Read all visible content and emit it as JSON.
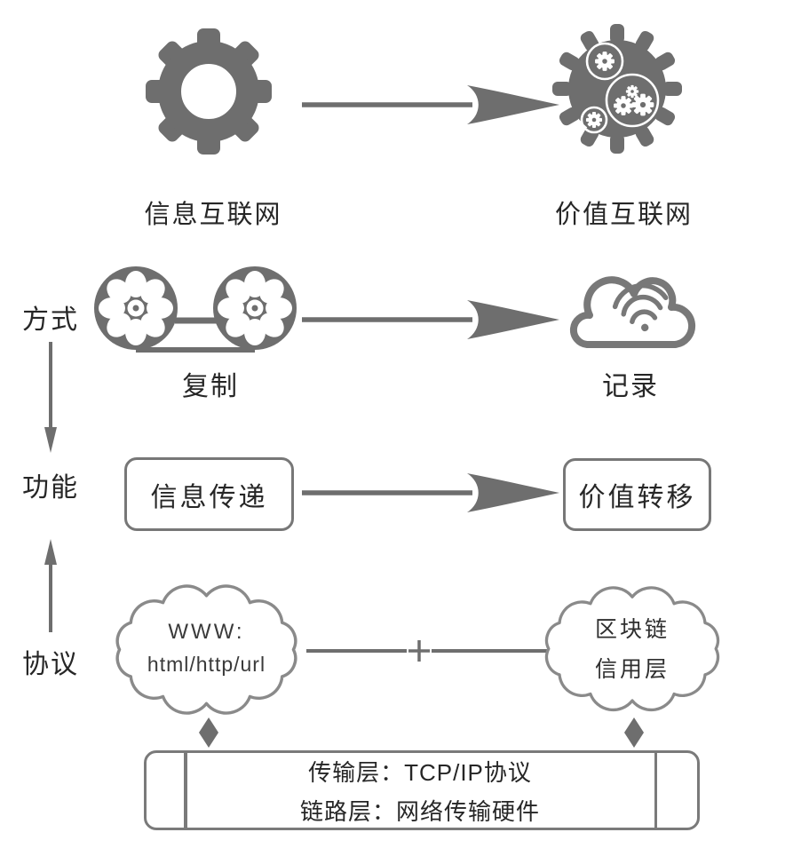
{
  "colors": {
    "icon_gray": "#6e6e6e",
    "cloud_stroke": "#8a8a8a",
    "box_border": "#777777",
    "text_dark": "#262626"
  },
  "icons": {
    "left_top": "gear-icon",
    "right_top": "gear-cluster-icon",
    "left_method": "film-reels-icon",
    "right_method": "cloud-wifi-icon",
    "connector": "diamond-connector"
  },
  "row_internet": {
    "left_label": "信息互联网",
    "right_label": "价值互联网"
  },
  "row_method": {
    "axis_label": "方式",
    "left_label": "复制",
    "right_label": "记录"
  },
  "row_function": {
    "axis_label": "功能",
    "left_box": "信息传递",
    "right_box": "价值转移"
  },
  "row_protocol": {
    "axis_label": "协议",
    "left_cloud_line1": "WWW:",
    "left_cloud_line2": "html/http/url",
    "plus_sign": "+",
    "right_cloud_line1": "区块链",
    "right_cloud_line2": "信用层"
  },
  "bottom_box": {
    "line1": "传输层：TCP/IP协议",
    "line2": "链路层：网络传输硬件"
  }
}
